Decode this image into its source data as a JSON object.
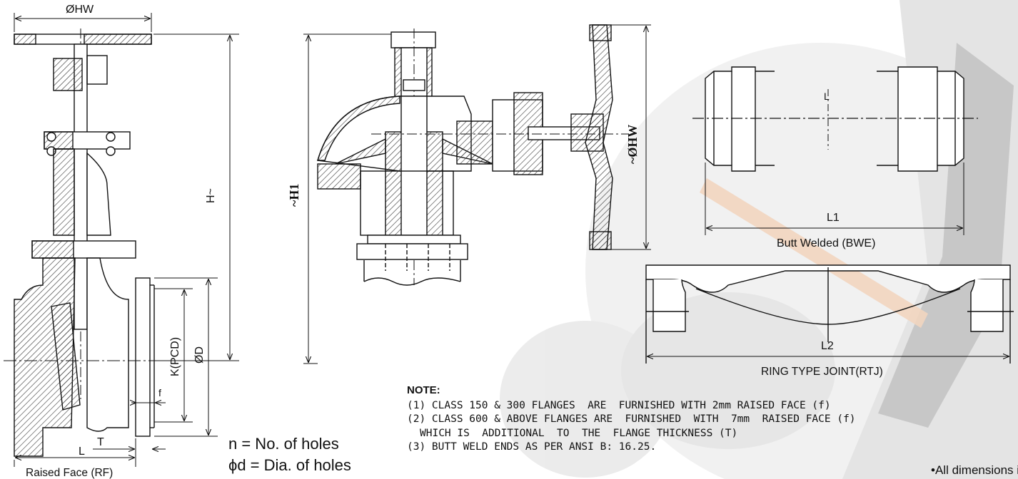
{
  "labels": {
    "hw_top": "ØHW",
    "h_height": "H~",
    "h1_height": "~H1",
    "hw_right": "~ØHW",
    "pcd": "K(PCD)",
    "od": "ØD",
    "f": "f",
    "t": "T",
    "l": "L",
    "raised_face": "Raised Face (RF)",
    "l1": "L1",
    "butt_welded": "Butt Welded (BWE)",
    "l2": "L2",
    "rtj": "RING TYPE JOINT(RTJ)",
    "center_l": "L"
  },
  "legend": {
    "holes": "n = No. of holes",
    "dia": "ϕd = Dia. of holes"
  },
  "notes": {
    "title": "NOTE:",
    "items": [
      "(1) CLASS 150 & 300 FLANGES  ARE  FURNISHED WITH 2mm RAISED FACE (f)",
      "(2) CLASS 600 & ABOVE FLANGES ARE  FURNISHED  WITH  7mm  RAISED FACE (f)",
      "WHICH IS  ADDITIONAL  TO  THE  FLANGE THICKNESS (T)",
      "(3) BUTT WELD ENDS AS PER ANSI B: 16.25."
    ]
  },
  "footer": "•All dimensions in mm",
  "colors": {
    "line": "#111111",
    "hatch": "#333333",
    "photo_bg": "#d9d9d9",
    "accent_pipe": "#d9a27a"
  }
}
